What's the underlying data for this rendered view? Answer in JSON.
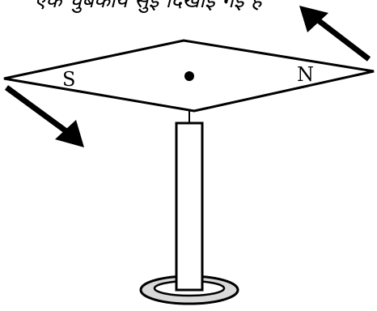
{
  "caption_text": "एक चुंबकीय सुई दिखाई गई है",
  "needle": {
    "south_label": "S",
    "north_label": "N"
  },
  "colors": {
    "ink": "#000000",
    "base_fill": "#d9d9d9",
    "background": "#ffffff"
  },
  "icons": {
    "left_arrow": "arrow-down-right-icon",
    "right_arrow": "arrow-up-left-icon"
  }
}
